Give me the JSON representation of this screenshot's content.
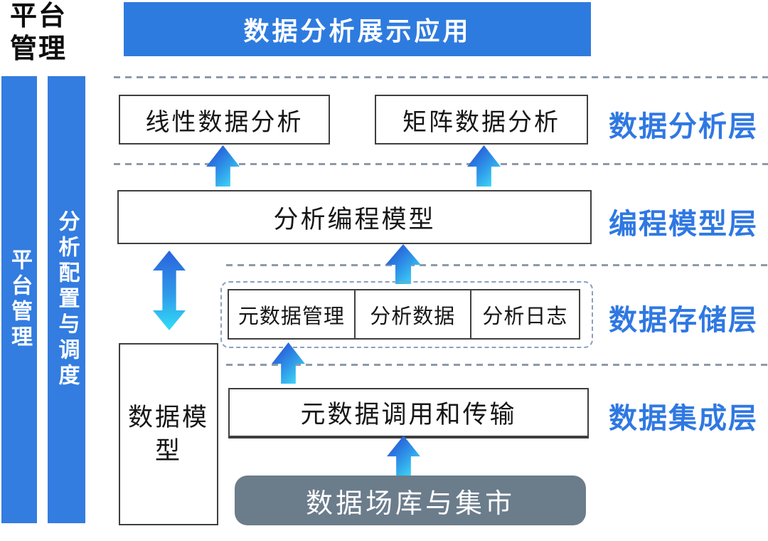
{
  "colors": {
    "primary_blue": "#337CE0",
    "banner_blue": "#2E7BDF",
    "layer_label_blue": "#2F78E2",
    "arrow_gradient_start": "#2753D6",
    "arrow_gradient_end": "#3FDCF7",
    "source_box_gray": "#6B7C8B",
    "box_border": "#3F3F3F",
    "dashed_line_gray": "#8C9BAB"
  },
  "corner_title": "平台管理",
  "banner": {
    "title": "数据分析展示应用"
  },
  "sidebars": [
    {
      "label": "平台管理"
    },
    {
      "label": "分析配置与调度"
    }
  ],
  "layers": [
    {
      "label": "数据分析层",
      "boxes": [
        "线性数据分析",
        "矩阵数据分析"
      ]
    },
    {
      "label": "编程模型层",
      "boxes": [
        "分析编程模型"
      ]
    },
    {
      "label": "数据存储层",
      "cells": [
        "元数据管理",
        "分析数据",
        "分析日志"
      ]
    },
    {
      "label": "数据集成层",
      "boxes": [
        "元数据调用和传输"
      ]
    }
  ],
  "side_box": {
    "label": "数据模型"
  },
  "source_box": {
    "label": "数据场库与集市"
  }
}
